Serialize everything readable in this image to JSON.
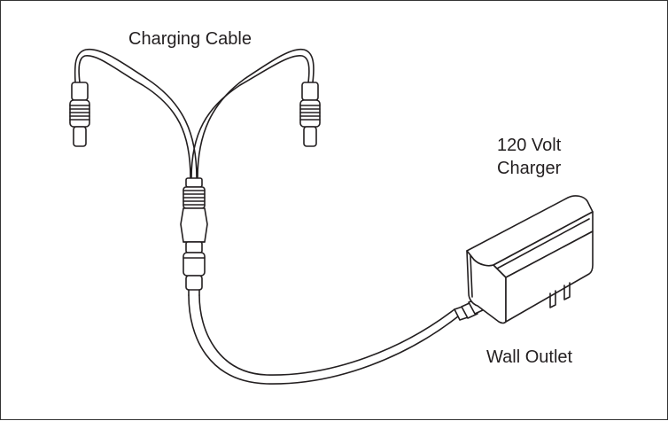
{
  "diagram": {
    "labels": {
      "charging_cable": "Charging Cable",
      "charger_line1": "120 Volt",
      "charger_line2": "Charger",
      "wall_outlet": "Wall Outlet"
    },
    "colors": {
      "line": "#231f20",
      "fill": "#ffffff",
      "border": "#333333"
    }
  }
}
